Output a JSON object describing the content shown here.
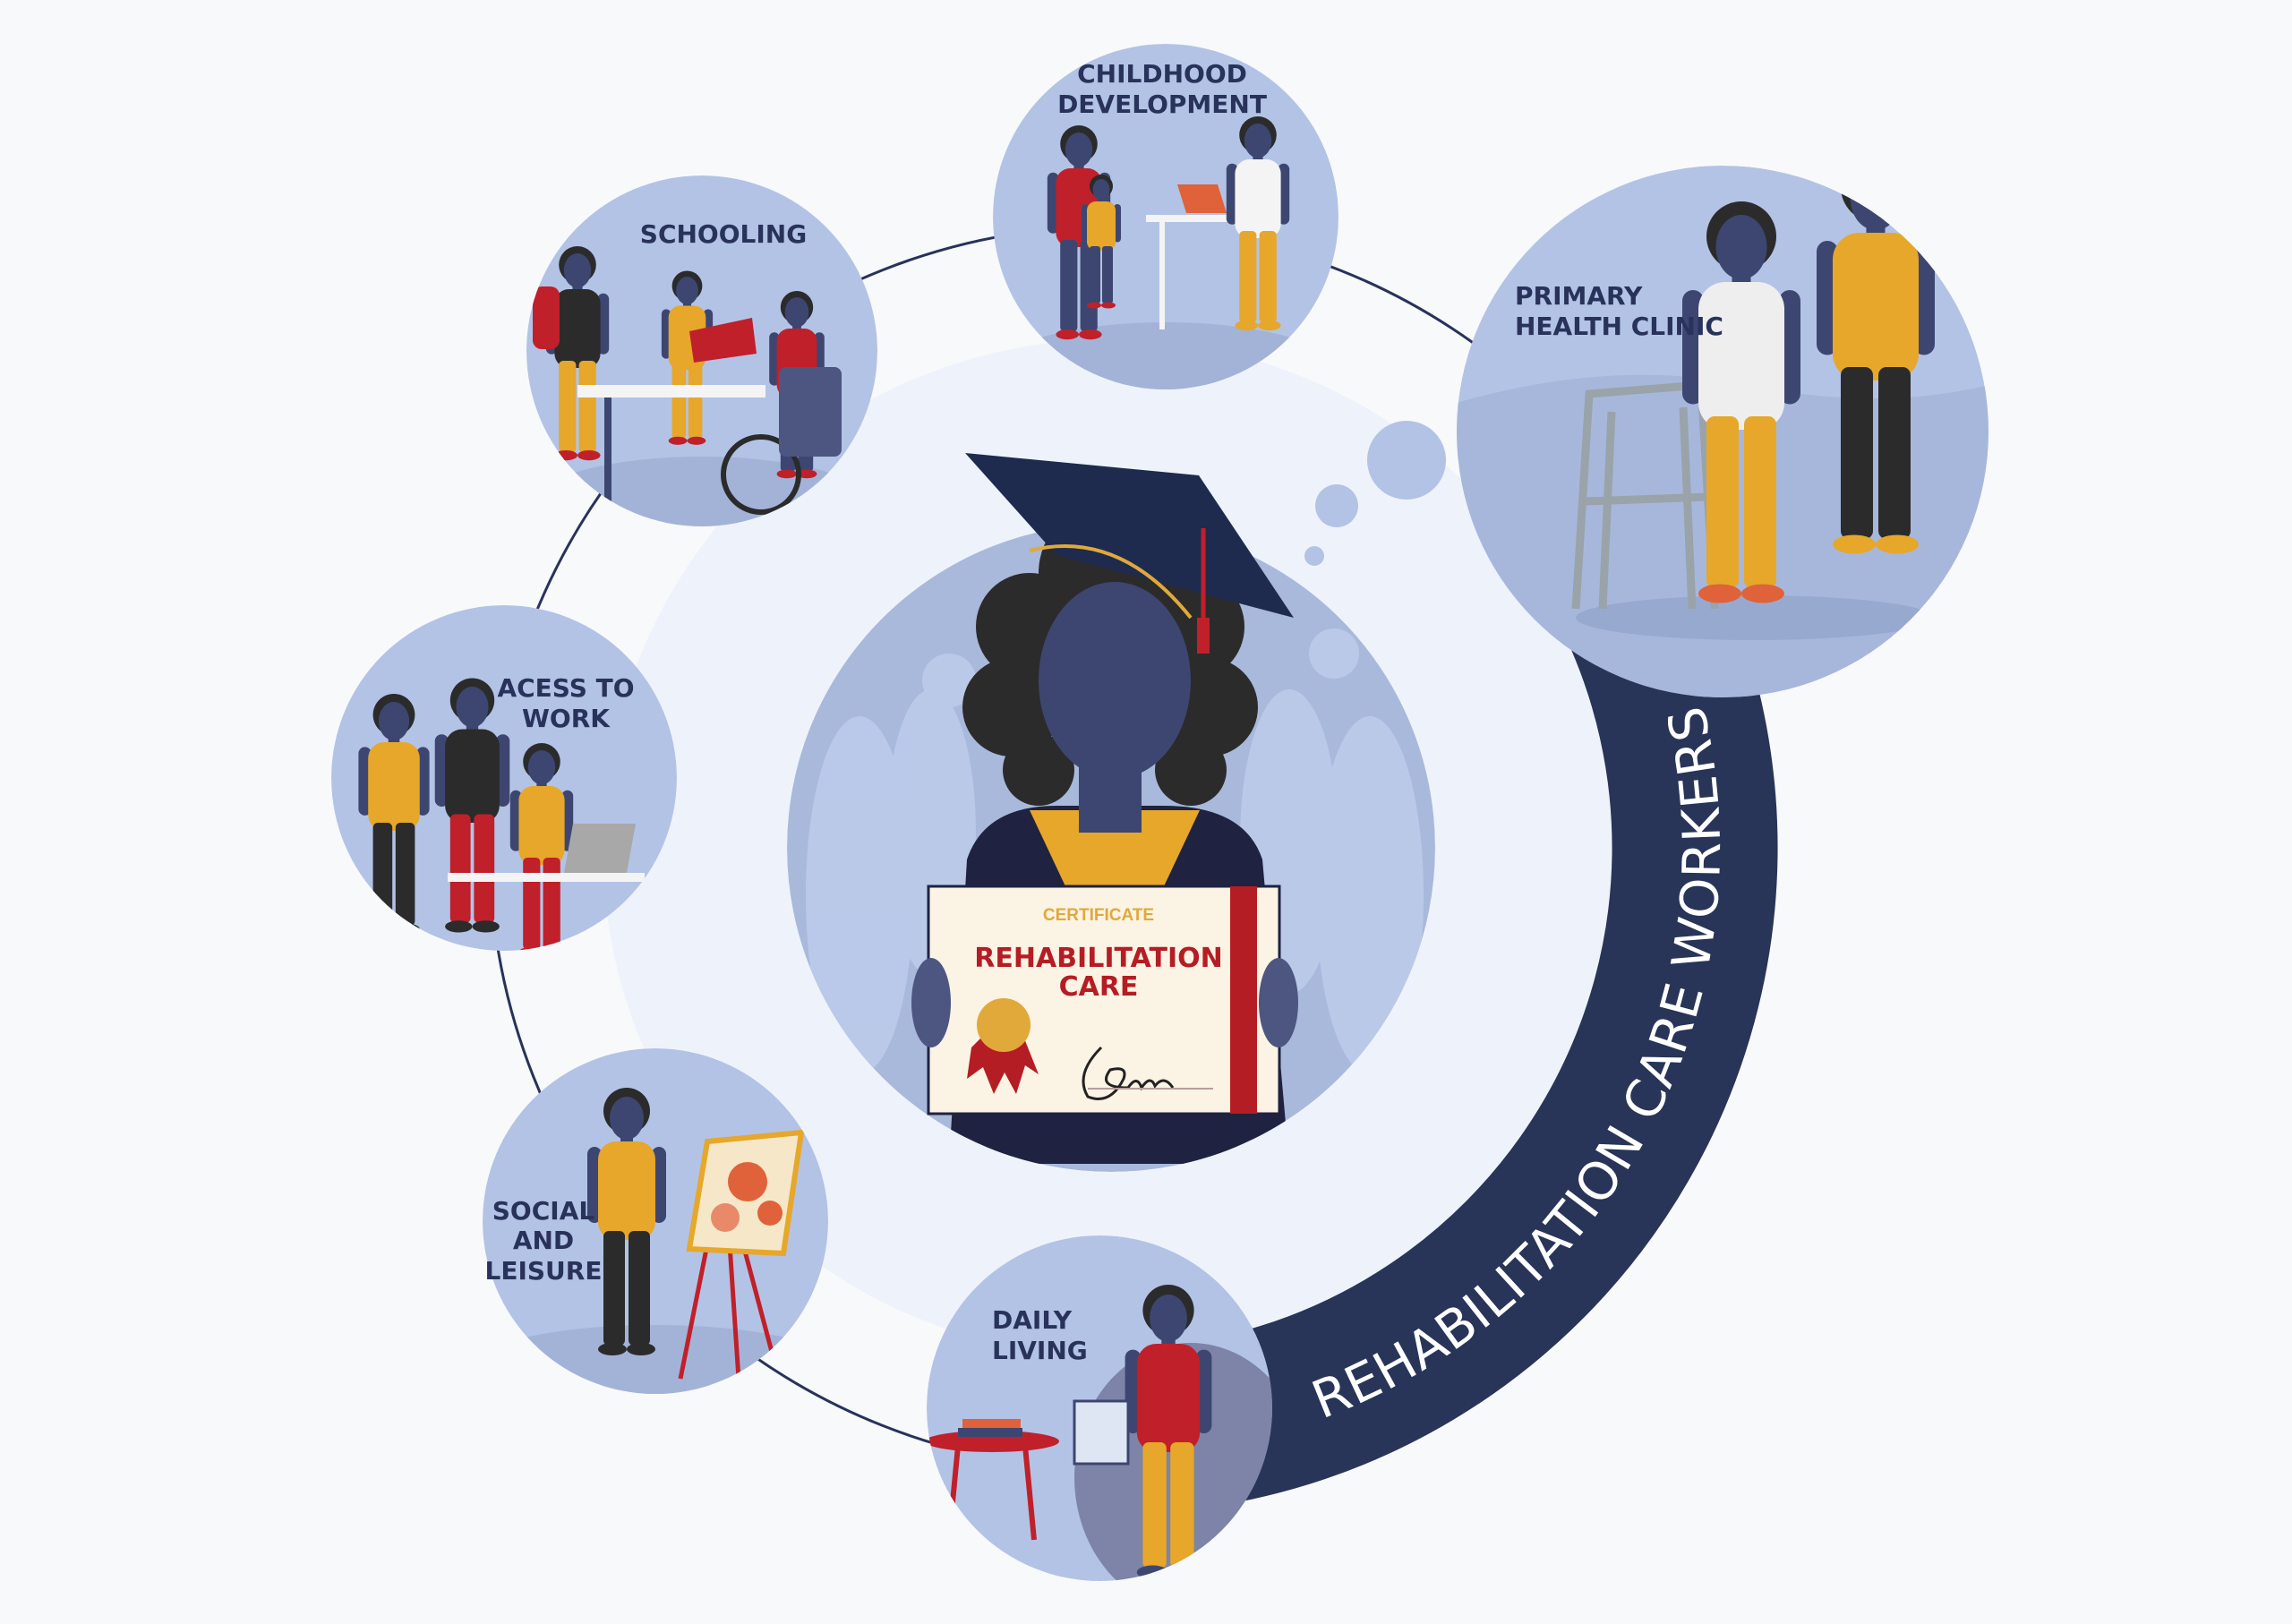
{
  "center": {
    "certificate_heading": "CERTIFICATE",
    "certificate_title_line1": "REHABILITATION",
    "certificate_title_line2": "CARE"
  },
  "band_label": "REHABILITATION CARE WORKERS",
  "circles": {
    "childhood": {
      "line1": "CHILDHOOD",
      "line2": "DEVELOPMENT"
    },
    "schooling": {
      "line1": "SCHOOLING"
    },
    "primary_health": {
      "line1": "PRIMARY",
      "line2": "HEALTH CLINIC"
    },
    "work": {
      "line1": "ACESS TO",
      "line2": "WORK"
    },
    "social": {
      "line1": "SOCIAL",
      "line2": "AND",
      "line3": "LEISURE"
    },
    "daily": {
      "line1": "DAILY",
      "line2": "LIVING"
    }
  },
  "colors": {
    "navy": "#283458",
    "circle_fill": "#b3c3e6",
    "light_ring": "#eef3fb",
    "yellow": "#e6a72a",
    "red": "#c0202a"
  }
}
